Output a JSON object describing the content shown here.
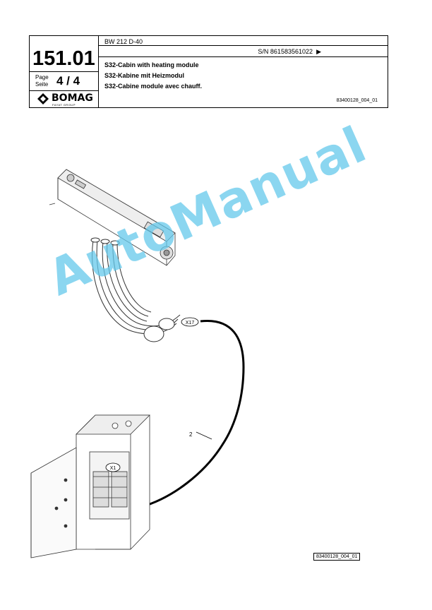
{
  "header": {
    "sheet_number": "151.01",
    "page_label": "Page\nSeite",
    "page_number": "4 / 4",
    "logo_text": "BOMAG",
    "logo_subtext": "FAYAT GROUP",
    "model": "BW 212 D-40",
    "serial": "S/N 861583561022",
    "titles": [
      "S32-Cabin with heating module",
      "S32-Kabine mit Heizmodul",
      "S32-Cabine module avec chauff."
    ],
    "reference": "83400128_004_01"
  },
  "drawing": {
    "connector_top": "X17",
    "connector_bottom": "X1",
    "cable_label": "2",
    "figure_reference": "83400128_004_01"
  },
  "watermark": "AutoManual"
}
